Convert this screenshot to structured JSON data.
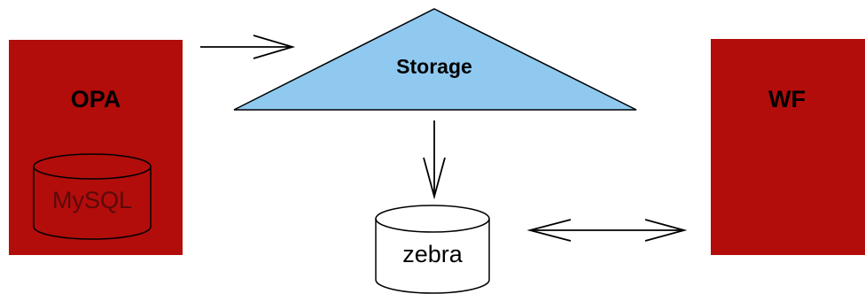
{
  "nodes": {
    "left_box": {
      "title": "OPA",
      "db_label": "MySQL"
    },
    "storage": {
      "title": "Storage"
    },
    "zebra": {
      "label": "zebra"
    },
    "right_box": {
      "title": "WF"
    }
  },
  "colors": {
    "box_fill": "#b20d0a",
    "storage_fill": "#8fc9f0",
    "db_on_red_text": "#5a0a0a",
    "stroke": "#000000"
  },
  "edges": [
    {
      "from": "OPA",
      "to": "Storage",
      "direction": "forward"
    },
    {
      "from": "Storage",
      "to": "zebra",
      "direction": "forward"
    },
    {
      "from": "zebra",
      "to": "WF",
      "direction": "both"
    }
  ]
}
